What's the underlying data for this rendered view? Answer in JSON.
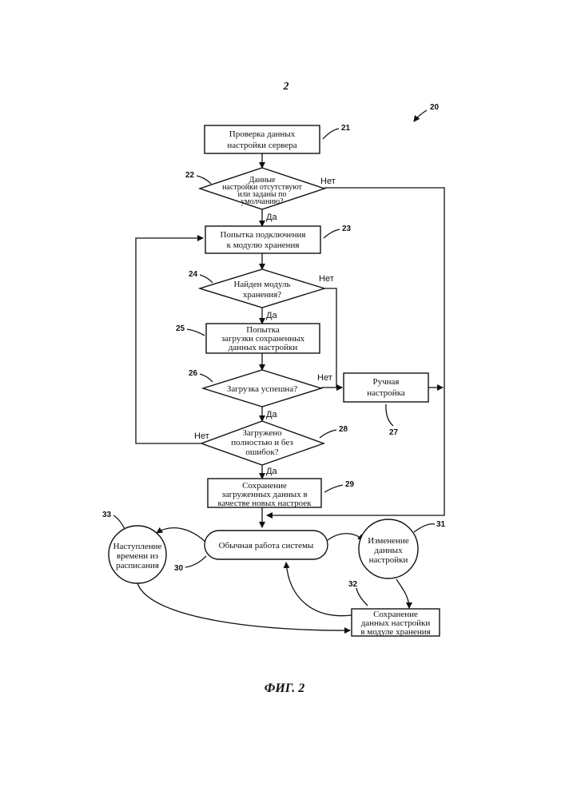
{
  "page_number": "2",
  "figure_ref": "20",
  "figure_caption": "ФИГ. 2",
  "yes": "Да",
  "no": "Нет",
  "nodes": {
    "n21": {
      "ref": "21",
      "lines": [
        "Проверка данных",
        "настройки сервера"
      ]
    },
    "n22": {
      "ref": "22",
      "lines": [
        "Данные",
        "настройки отсутствуют",
        "или заданы по",
        "умолчанию?"
      ]
    },
    "n23": {
      "ref": "23",
      "lines": [
        "Попытка подключения",
        "к модулю хранения"
      ]
    },
    "n24": {
      "ref": "24",
      "lines": [
        "Найден модуль",
        "хранения?"
      ]
    },
    "n25": {
      "ref": "25",
      "lines": [
        "Попытка",
        "загрузки сохраненных",
        "данных настройки"
      ]
    },
    "n26": {
      "ref": "26",
      "lines": [
        "Загрузка успешна?"
      ]
    },
    "n27": {
      "ref": "27",
      "lines": [
        "Ручная",
        "настройка"
      ]
    },
    "n28": {
      "ref": "28",
      "lines": [
        "Загружено",
        "полностью и без",
        "ошибок?"
      ]
    },
    "n29": {
      "ref": "29",
      "lines": [
        "Сохранение",
        "загруженных данных в",
        "качестве новых настроек"
      ]
    },
    "n30": {
      "ref": "30",
      "lines": [
        "Обычная работа системы"
      ]
    },
    "n31": {
      "ref": "31",
      "lines": [
        "Изменение",
        "данных",
        "настройки"
      ]
    },
    "n32": {
      "ref": "32",
      "lines": [
        "Сохранение",
        "данных настройки",
        "в модуле хранения"
      ]
    },
    "n33": {
      "ref": "33",
      "lines": [
        "Наступление",
        "времени из",
        "расписания"
      ]
    }
  }
}
